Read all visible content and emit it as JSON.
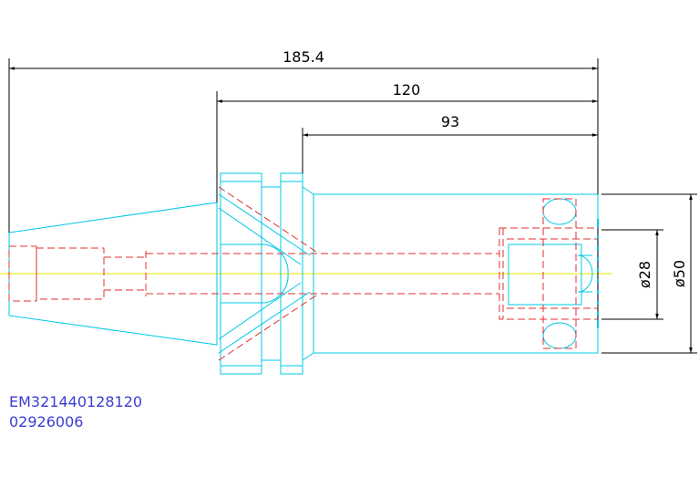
{
  "dimensions": {
    "overall_length": "185.4",
    "flange_to_end": "120",
    "gauge_length": "93",
    "bore_diameter": "ø28",
    "body_diameter": "ø50"
  },
  "part": {
    "code": "EM321440128120",
    "number": "02926006"
  },
  "colors": {
    "outline": "#00c8e6",
    "hidden": "#e03030",
    "centerline": "#e6e600",
    "dimension": "#000000",
    "label": "#3c3cd2"
  }
}
